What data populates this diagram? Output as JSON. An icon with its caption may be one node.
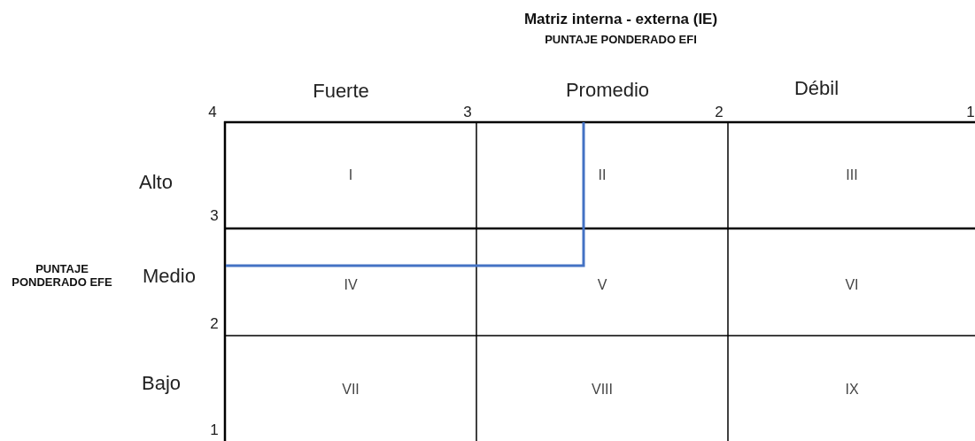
{
  "diagram": {
    "title": "Matriz interna - externa (IE)",
    "labels": [
      "PUNTAJE PONDERADO EFI",
      "Fuerte",
      "Promedio",
      "Débil",
      "4",
      "3",
      "2",
      "1",
      "Alto",
      "3",
      "PUNTAJE PONDERADO EFE",
      "Medio",
      "2",
      "Bajo",
      "1",
      "I",
      "II",
      "III",
      "IV",
      "V",
      "VI",
      "VII",
      "VIII",
      "IX"
    ]
  }
}
